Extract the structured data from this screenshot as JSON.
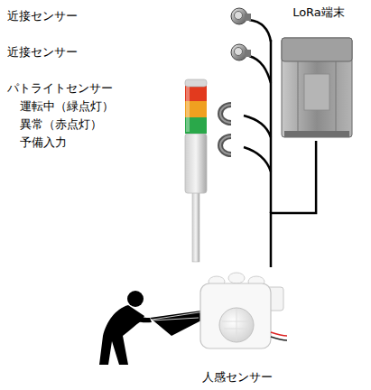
{
  "diagram": {
    "nodes": [
      {
        "text": [
          "LoRa端末"
        ]
      },
      {
        "text": [
          "人感センサー"
        ]
      }
    ],
    "edges": [
      {
        "from": 1,
        "to": 0,
        "arrow": "none"
      }
    ],
    "labels": [
      "近接センサー",
      "近接センサー",
      "パトライトセンサー",
      "運転中（緑点灯）",
      "異常（赤点灯）",
      "予備入力"
    ]
  }
}
